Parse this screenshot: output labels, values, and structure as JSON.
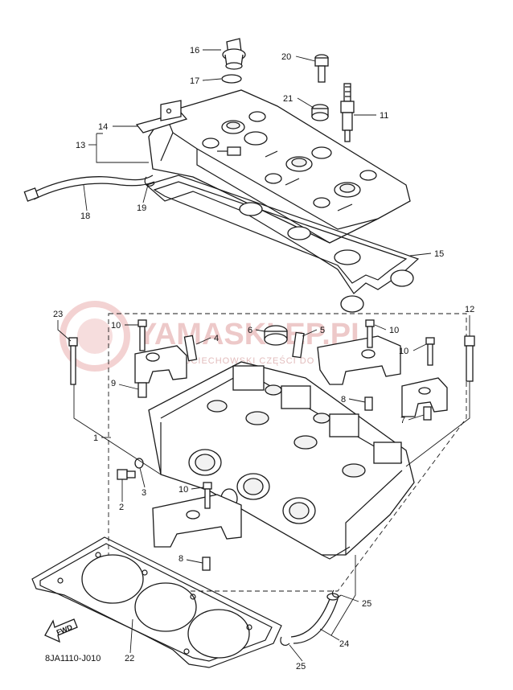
{
  "diagram_code": "8JA1110-J010",
  "fwd_label": "FWD",
  "watermark": {
    "title": "YAMASKLEP.PL",
    "subtitle": "WOJCIECHOWSKI CZĘŚCI DO YAMAHA"
  },
  "callouts": [
    {
      "n": "1"
    },
    {
      "n": "2"
    },
    {
      "n": "3"
    },
    {
      "n": "4"
    },
    {
      "n": "5"
    },
    {
      "n": "6"
    },
    {
      "n": "7"
    },
    {
      "n": "8"
    },
    {
      "n": "8"
    },
    {
      "n": "9"
    },
    {
      "n": "10"
    },
    {
      "n": "10"
    },
    {
      "n": "10"
    },
    {
      "n": "10"
    },
    {
      "n": "11"
    },
    {
      "n": "12"
    },
    {
      "n": "13"
    },
    {
      "n": "14"
    },
    {
      "n": "15"
    },
    {
      "n": "16"
    },
    {
      "n": "17"
    },
    {
      "n": "18"
    },
    {
      "n": "19"
    },
    {
      "n": "20"
    },
    {
      "n": "21"
    },
    {
      "n": "22"
    },
    {
      "n": "23"
    },
    {
      "n": "24"
    },
    {
      "n": "25"
    },
    {
      "n": "25"
    }
  ]
}
